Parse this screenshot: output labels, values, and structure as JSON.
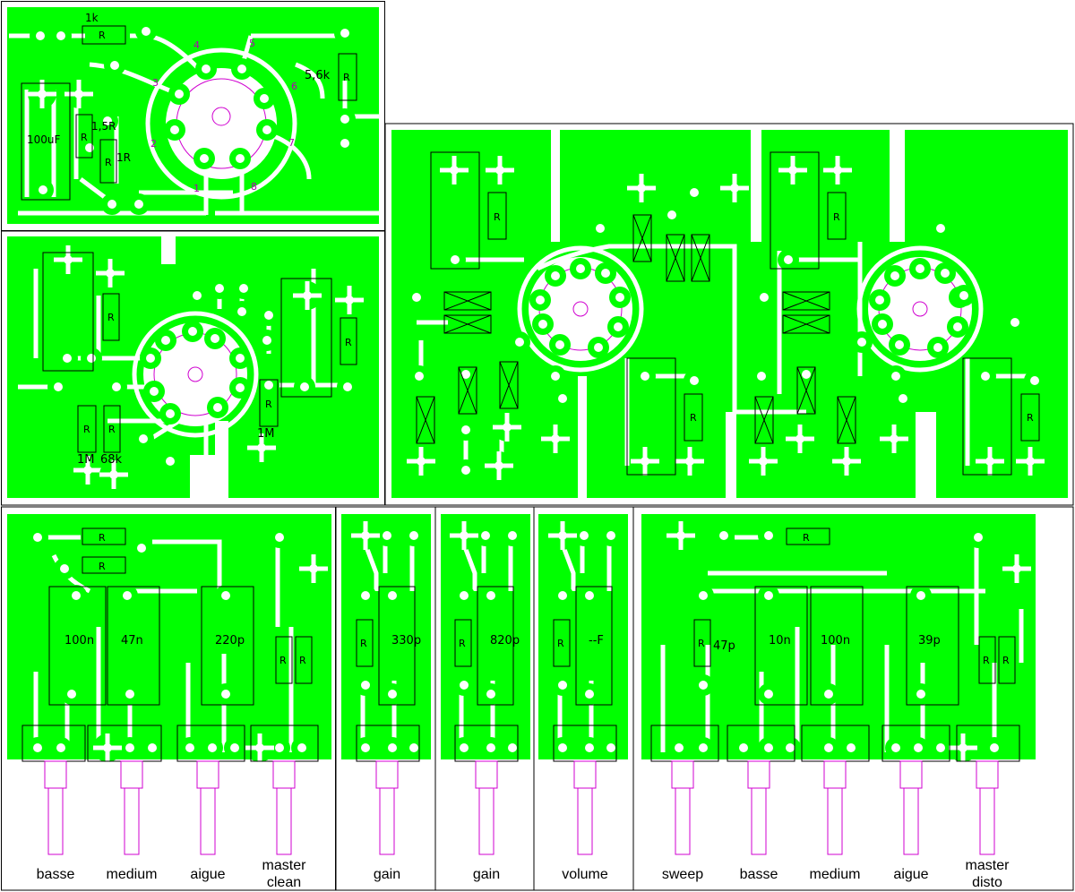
{
  "colors": {
    "copper": "#00ff00",
    "silkscreen": "#000000",
    "pin_numbers": "#b000b0",
    "outline": "#d000d0",
    "panel_border": "#000000",
    "background": "#ffffff"
  },
  "panel1": {
    "resistor_1k": "1k",
    "resistor_5_6k": "5,6k",
    "cap_100uF": "100uF",
    "resistor_1_5R": "1,5R",
    "resistor_1R": "1R",
    "pins": [
      "1",
      "2",
      "3",
      "4",
      "5",
      "6",
      "7",
      "8"
    ]
  },
  "panel2": {
    "resistor_1M_a": "1M",
    "resistor_68k": "68k",
    "resistor_1M_b": "1M"
  },
  "resistor_mark": "R",
  "tone_clean": {
    "caps": [
      "100n",
      "47n",
      "220p"
    ],
    "pots": [
      "basse",
      "medium",
      "aigue",
      "master",
      "clean"
    ]
  },
  "gain1": {
    "cap": "330p",
    "pot": "gain"
  },
  "gain2": {
    "cap": "820p",
    "pot": "gain"
  },
  "volume": {
    "cap": "--F",
    "pot": "volume"
  },
  "tone_disto": {
    "caps": [
      "47p",
      "10n",
      "100n",
      "39p"
    ],
    "pots": [
      "sweep",
      "basse",
      "medium",
      "aigue",
      "master",
      "disto"
    ]
  }
}
